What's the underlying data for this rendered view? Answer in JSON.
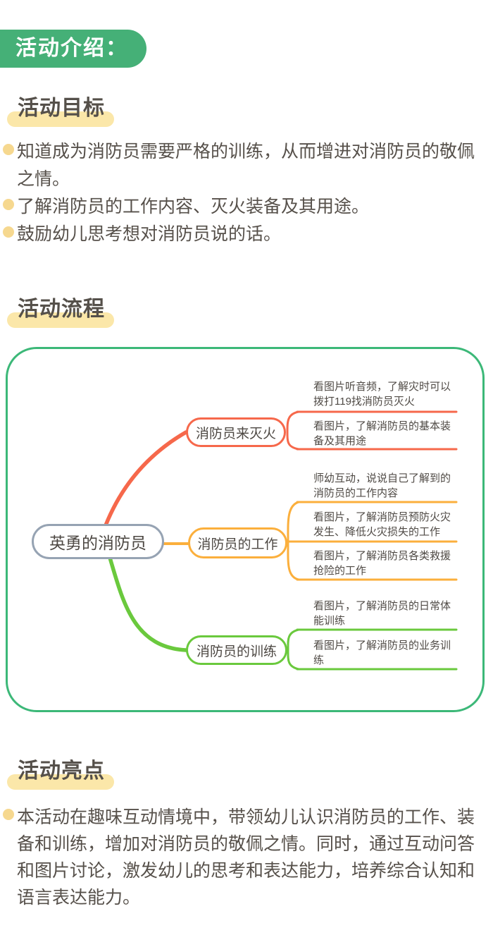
{
  "badge": {
    "label": "活动介绍："
  },
  "sections": {
    "goals": {
      "title": "活动目标",
      "items": [
        "知道成为消防员需要严格的训练，从而增进对消防员的敬佩之情。",
        "了解消防员的工作内容、灭火装备及其用途。",
        "鼓励幼儿思考想对消防员说的话。"
      ]
    },
    "flow": {
      "title": "活动流程"
    },
    "highlights": {
      "title": "活动亮点",
      "items": [
        "本活动在趣味互动情境中，带领幼儿认识消防员的工作、装备和训练，增加对消防员的敬佩之情。同时，通过互动问答和图片讨论，激发幼儿的思考和表达能力，培养综合认知和语言表达能力。"
      ]
    }
  },
  "mindmap": {
    "root": {
      "label": "英勇的消防员",
      "border_color": "#96A3B3"
    },
    "branches": [
      {
        "label": "消防员来灭火",
        "color": "#F6684B",
        "subtopics": [
          "看图片听音频，了解灾时可以拨打119找消防员灭火",
          "看图片，了解消防员的基本装备及其用途"
        ]
      },
      {
        "label": "消防员的工作",
        "color": "#FBAF3C",
        "subtopics": [
          "师幼互动，说说自己了解到的消防员的工作内容",
          "看图片，了解消防员预防火灾发生、降低火灾损失的工作",
          "看图片，了解消防员各类救援抢险的工作"
        ]
      },
      {
        "label": "消防员的训练",
        "color": "#6AC93D",
        "subtopics": [
          "看图片，了解消防员的日常体能训练",
          "看图片，了解消防员的业务训练"
        ]
      }
    ]
  },
  "colors": {
    "badge_green": "#45B077",
    "map_border_green": "#3CB878",
    "highlight_yellow": "#FBE7A9",
    "bullet_yellow": "#F6D88F",
    "body_text": "#56504A"
  }
}
